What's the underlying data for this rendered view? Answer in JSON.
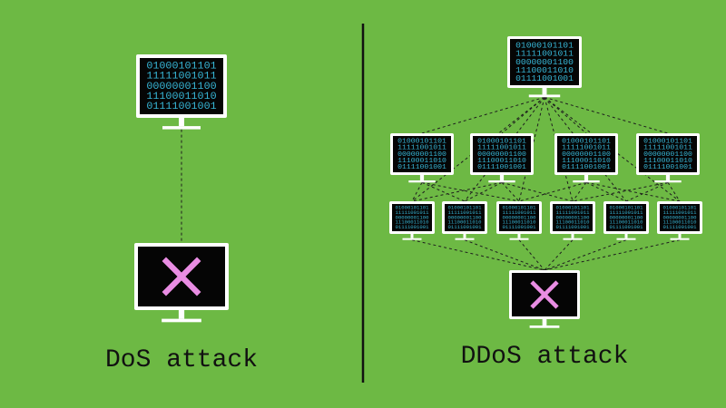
{
  "colors": {
    "background": "#6db944",
    "monitor_frame": "#ffffff",
    "screen": "#050505",
    "binary_text": "#37b6d6",
    "x_mark": "#e98de3",
    "line": "#1e1e1e",
    "text": "#111111"
  },
  "binary_lines": [
    "01000101101",
    "11111001011",
    "00000001100",
    "11100011010",
    "01111001001"
  ],
  "dos": {
    "caption": "DoS attack",
    "attacker": {
      "name": "attacker-computer"
    },
    "victim": {
      "name": "victim-computer",
      "icon": "x-mark-icon"
    }
  },
  "ddos": {
    "caption": "DDoS attack",
    "controller": {
      "name": "controller-computer"
    },
    "handlers_count_label": "",
    "victim": {
      "name": "victim-computer",
      "icon": "x-mark-icon"
    }
  }
}
